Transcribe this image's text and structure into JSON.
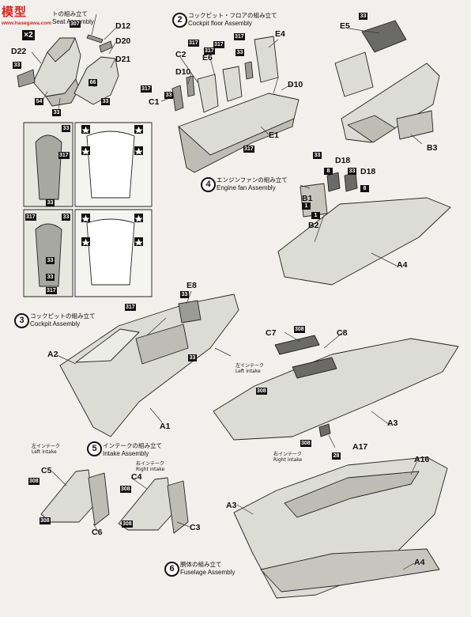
{
  "watermark": {
    "site": "模型",
    "url": "www.hasegawa.com"
  },
  "steps": [
    {
      "num": "2",
      "jp": "コックピット・フロアの組み立て",
      "en": "Cockpit floor Assembly"
    },
    {
      "num": "3",
      "jp": "コックピットの組み立て",
      "en": "Cockpit Assembly"
    },
    {
      "num": "4",
      "jp": "エンジンファンの組み立て",
      "en": "Engine fan Assembly"
    },
    {
      "num": "5",
      "jp": "インテークの組み立て",
      "en": "Intake Assembly"
    },
    {
      "num": "6",
      "jp": "胴体の組み立て",
      "en": "Fuselage Assembly"
    }
  ],
  "seat_step": {
    "jp": "トの組み立て",
    "en": "Seat Assembly",
    "qty": "×2"
  },
  "captions": {
    "left_intake_jp": "左インテーク",
    "left_intake_en": "Left intake",
    "right_intake_jp": "右インテーク",
    "right_intake_en": "Right intake"
  },
  "parts": {
    "D12": "D12",
    "D20": "D20",
    "D21": "D21",
    "D22": "D22",
    "C1": "C1",
    "C2": "C2",
    "D10": "D10",
    "E4": "E4",
    "E6": "E6",
    "E1": "E1",
    "E5": "E5",
    "B3": "B3",
    "B1": "B1",
    "B2": "B2",
    "D18": "D18",
    "A4": "A4",
    "E8": "E8",
    "A2": "A2",
    "A1": "A1",
    "C7": "C7",
    "C8": "C8",
    "A3": "A3",
    "A17": "A17",
    "A16": "A16",
    "C5": "C5",
    "C6": "C6",
    "C4": "C4",
    "C3": "C3"
  },
  "paint": {
    "p33": "33",
    "p307": "307",
    "p317": "317",
    "p308": "308",
    "p54": "54",
    "p66": "66",
    "p8": "8",
    "p28": "28",
    "p1": "1"
  }
}
